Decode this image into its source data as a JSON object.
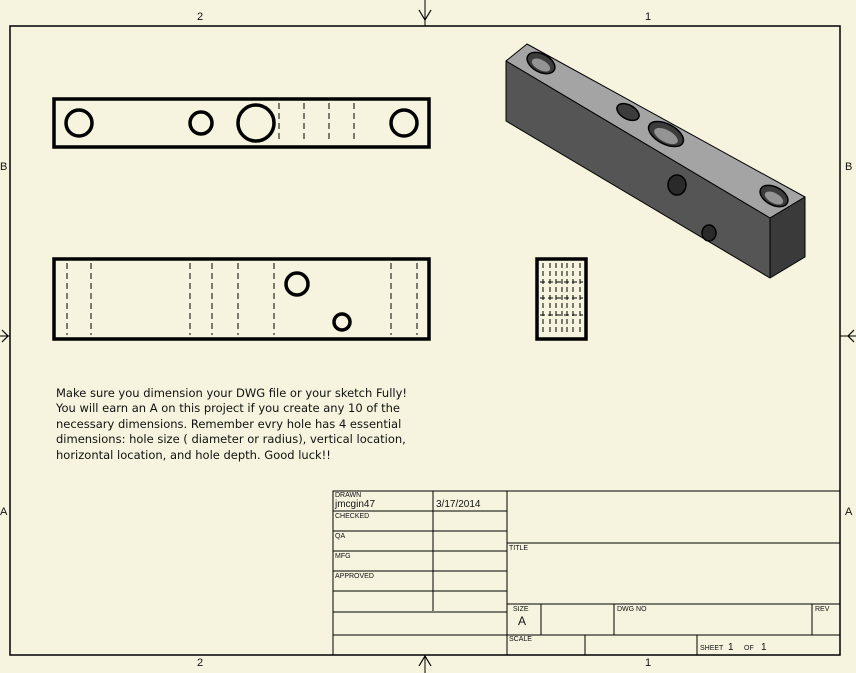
{
  "zones": {
    "top_left": "2",
    "top_right": "1",
    "bottom_left": "2",
    "bottom_right": "1",
    "left_upper": "B",
    "left_lower": "A",
    "right_upper": "B",
    "right_lower": "A"
  },
  "note": {
    "lines": [
      "Make sure you dimension your DWG file or your sketch Fully!",
      "You will earn an A on this project if you create any 10 of the",
      "necessary dimensions. Remember evry hole has 4 essential",
      "dimensions: hole size ( diameter or radius), vertical location,",
      "horizontal location, and hole depth. Good luck!!"
    ]
  },
  "title_block": {
    "drawn_label": "DRAWN",
    "drawn_by": "jmcgin47",
    "drawn_date": "3/17/2014",
    "checked_label": "CHECKED",
    "qa_label": "QA",
    "mfg_label": "MFG",
    "approved_label": "APPROVED",
    "title_label": "TITLE",
    "size_label": "SIZE",
    "size_value": "A",
    "dwg_no_label": "DWG NO",
    "rev_label": "REV",
    "scale_label": "SCALE",
    "sheet_label": "SHEET",
    "sheet_number": "1",
    "of_label": "OF",
    "sheet_total": "1"
  },
  "colors": {
    "paper": "#f6f3de",
    "line": "#000000",
    "iso_top": "#a4a4a4",
    "iso_front": "#555555",
    "iso_side": "#3a3a3a"
  }
}
